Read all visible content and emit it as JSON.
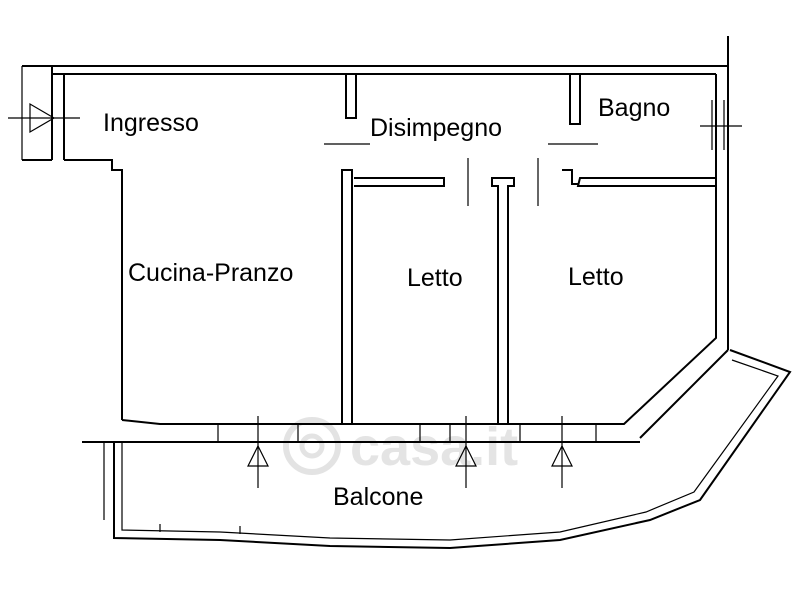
{
  "rooms": {
    "ingresso": "Ingresso",
    "disimpegno": "Disimpegno",
    "bagno": "Bagno",
    "cucina_pranzo": "Cucina-Pranzo",
    "letto_1": "Letto",
    "letto_2": "Letto",
    "balcone": "Balcone"
  },
  "watermark": {
    "text": "casa.it",
    "icon": "casa-it-logo-icon"
  },
  "colors": {
    "wall": "#000000",
    "background": "#ffffff",
    "watermark": "#cfcfcf"
  }
}
